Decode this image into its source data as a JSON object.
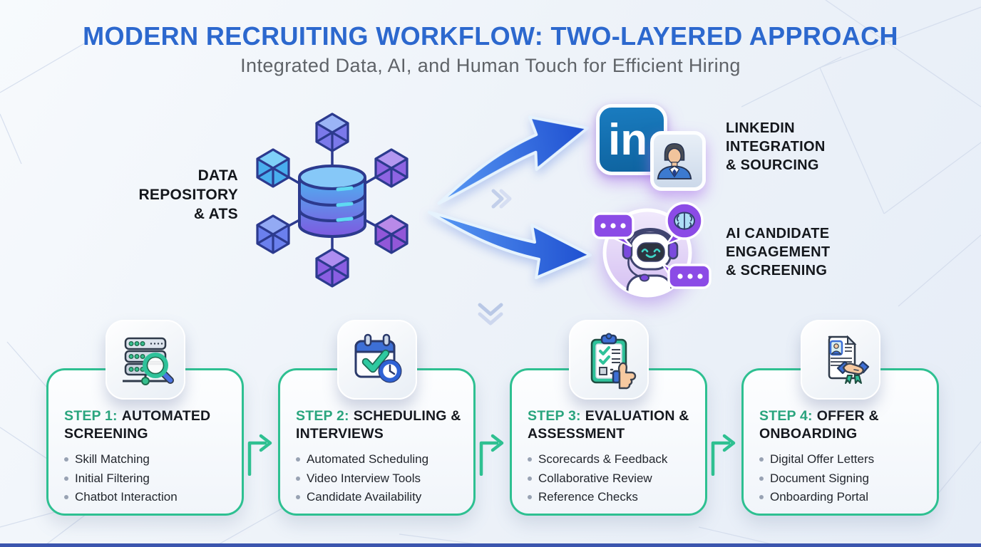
{
  "title": "MODERN RECRUITING WORKFLOW: TWO-LAYERED APPROACH",
  "subtitle": "Integrated Data, AI, and Human Touch for Efficient Hiring",
  "hub": {
    "icon": "database-network-icon",
    "label_lines": [
      "DATA",
      "REPOSITORY",
      "& ATS"
    ]
  },
  "branches": [
    {
      "icon": "linkedin-profile-icon",
      "logo_text": "in",
      "label_lines": [
        "LINKEDIN",
        "INTEGRATION",
        "& SOURCING"
      ]
    },
    {
      "icon": "ai-chatbot-icon",
      "label_lines": [
        "AI CANDIDATE",
        "ENGAGEMENT",
        "& SCREENING"
      ]
    }
  ],
  "steps": [
    {
      "icon": "server-search-icon",
      "prefix": "STEP 1:",
      "title": "AUTOMATED SCREENING",
      "items": [
        "Skill Matching",
        "Initial Filtering",
        "Chatbot Interaction"
      ]
    },
    {
      "icon": "calendar-check-clock-icon",
      "prefix": "STEP 2:",
      "title": "SCHEDULING & INTERVIEWS",
      "items": [
        "Automated Scheduling",
        "Video Interview Tools",
        "Candidate Availability"
      ]
    },
    {
      "icon": "clipboard-checklist-thumbsup-icon",
      "prefix": "STEP 3:",
      "title": "EVALUATION & ASSESSMENT",
      "items": [
        "Scorecards & Feedback",
        "Collaborative Review",
        "Reference Checks"
      ]
    },
    {
      "icon": "offer-document-handshake-icon",
      "prefix": "STEP 4:",
      "title": "OFFER & ONBOARDING",
      "items": [
        "Digital Offer Letters",
        "Document Signing",
        "Onboarding Portal"
      ]
    }
  ],
  "colors": {
    "title_blue": "#2c68ce",
    "subtitle_gray": "#5f6368",
    "accent_green": "#2ec091",
    "step_label_green": "#2aa57e",
    "arrow_blue": "#2f6de0",
    "linkedin_blue": "#1173b5",
    "ai_purple": "#8b4be6",
    "text_dark": "#15181e"
  }
}
